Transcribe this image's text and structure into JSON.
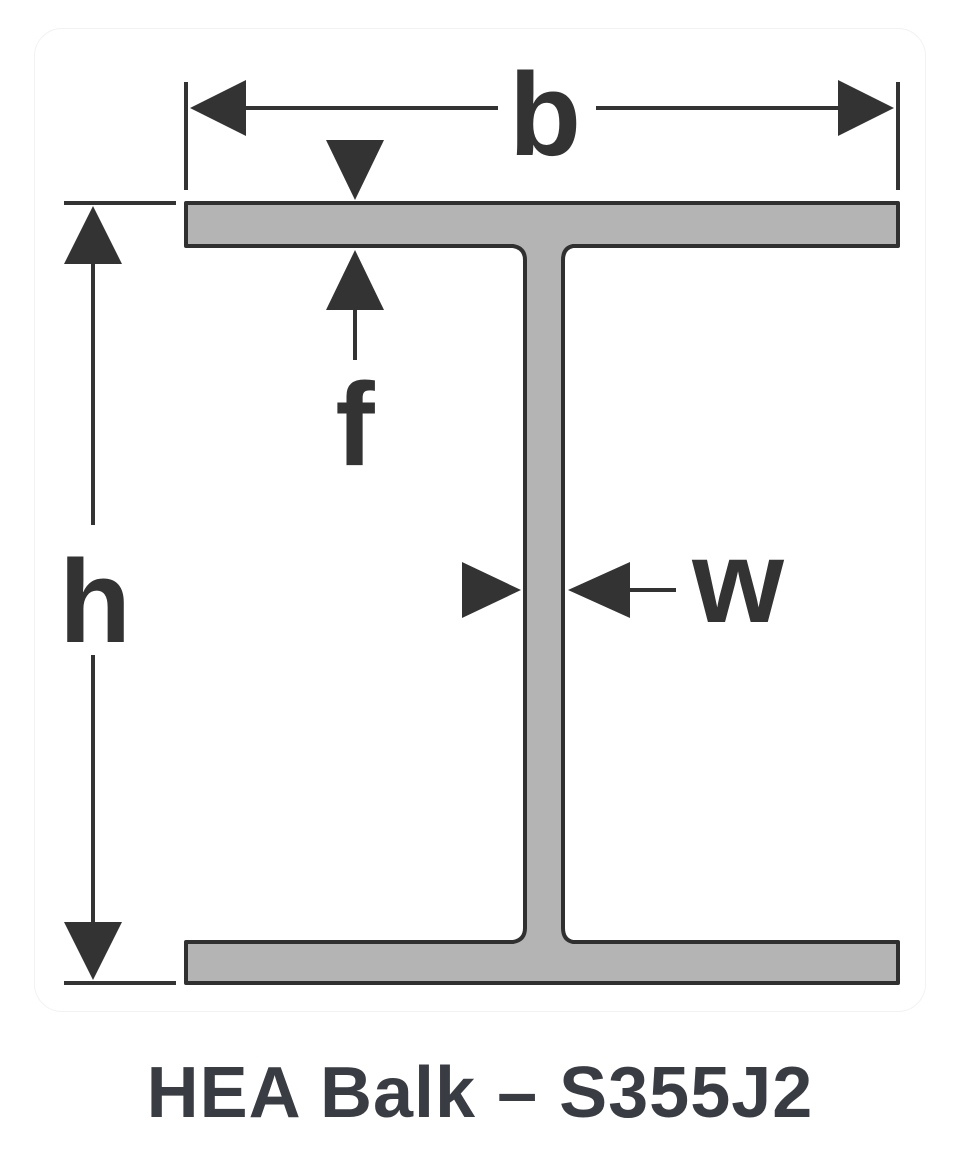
{
  "diagram": {
    "labels": {
      "width": "b",
      "height": "h",
      "flange": "f",
      "web": "w"
    },
    "colors": {
      "profile_fill": "#b4b4b4",
      "profile_edge": "#303030",
      "dimension": "#333333"
    }
  },
  "caption": "HEA Balk – S355J2"
}
